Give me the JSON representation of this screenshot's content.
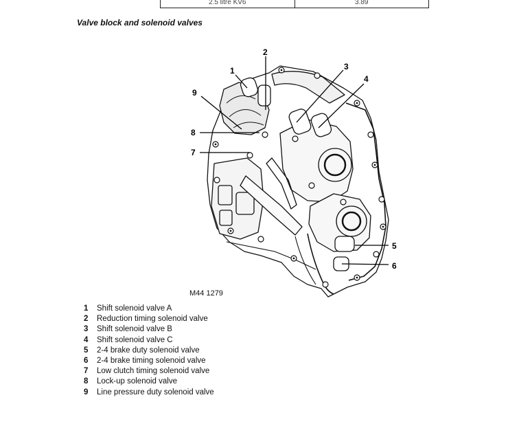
{
  "table_row": {
    "model": "2.5 litre KV6",
    "ratio": "3.89"
  },
  "section_title": "Valve block and solenoid valves",
  "figure": {
    "reference": "M44 1279",
    "callouts": [
      "1",
      "2",
      "3",
      "4",
      "5",
      "6",
      "7",
      "8",
      "9"
    ]
  },
  "legend": [
    {
      "num": "1",
      "label": "Shift solenoid valve A"
    },
    {
      "num": "2",
      "label": "Reduction timing solenoid valve"
    },
    {
      "num": "3",
      "label": "Shift solenoid valve B"
    },
    {
      "num": "4",
      "label": "Shift solenoid valve C"
    },
    {
      "num": "5",
      "label": "2-4 brake duty solenoid valve"
    },
    {
      "num": "6",
      "label": "2-4 brake timing solenoid valve"
    },
    {
      "num": "7",
      "label": "Low clutch timing solenoid valve"
    },
    {
      "num": "8",
      "label": "Lock-up solenoid valve"
    },
    {
      "num": "9",
      "label": "Line pressure duty solenoid valve"
    }
  ]
}
